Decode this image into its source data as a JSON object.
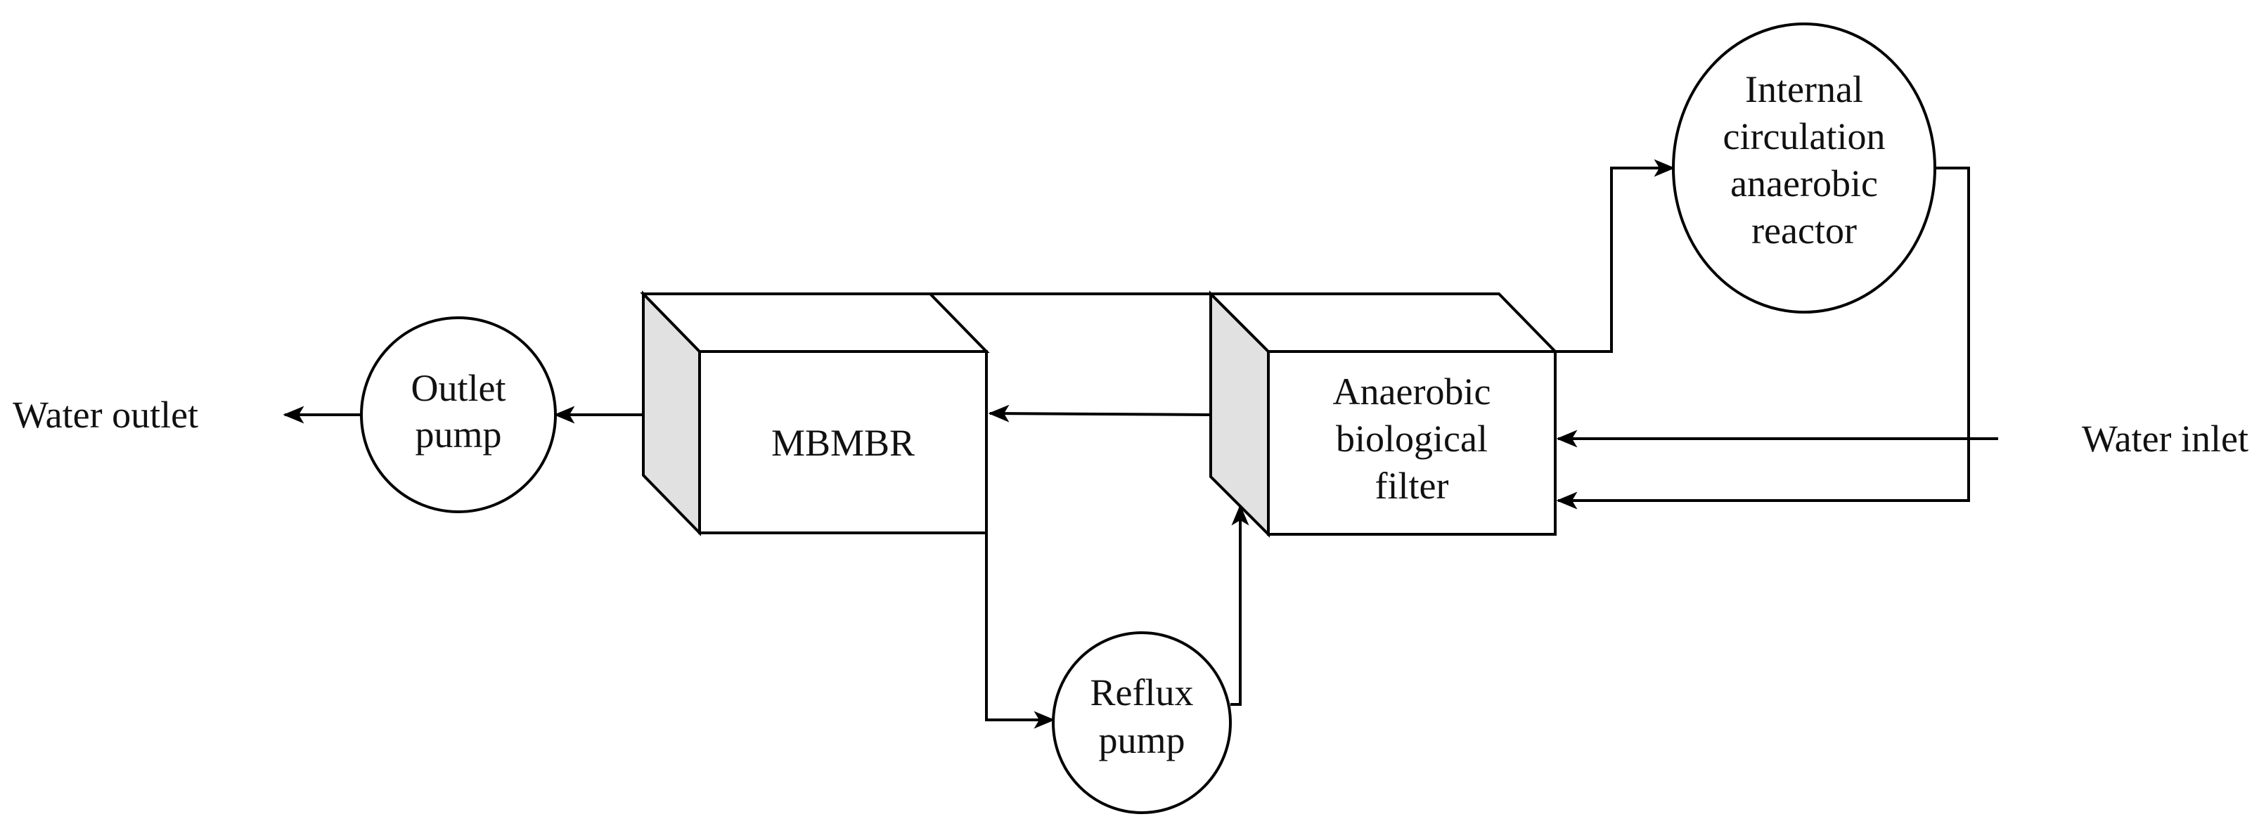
{
  "diagram": {
    "labels": {
      "water_outlet": "Water outlet",
      "outlet_pump_1": "Outlet",
      "outlet_pump_2": "pump",
      "mbmbr": "MBMBR",
      "reflux_pump_1": "Reflux",
      "reflux_pump_2": "pump",
      "filter_1": "Anaerobic",
      "filter_2": "biological",
      "filter_3": "filter",
      "reactor_1": "Internal",
      "reactor_2": "circulation",
      "reactor_3": "anaerobic",
      "reactor_4": "reactor",
      "water_inlet": "Water inlet"
    },
    "colors": {
      "line": "#000000",
      "box_front": "#ffffff",
      "box_side": "#e1e1e1",
      "text": "#111111"
    }
  }
}
